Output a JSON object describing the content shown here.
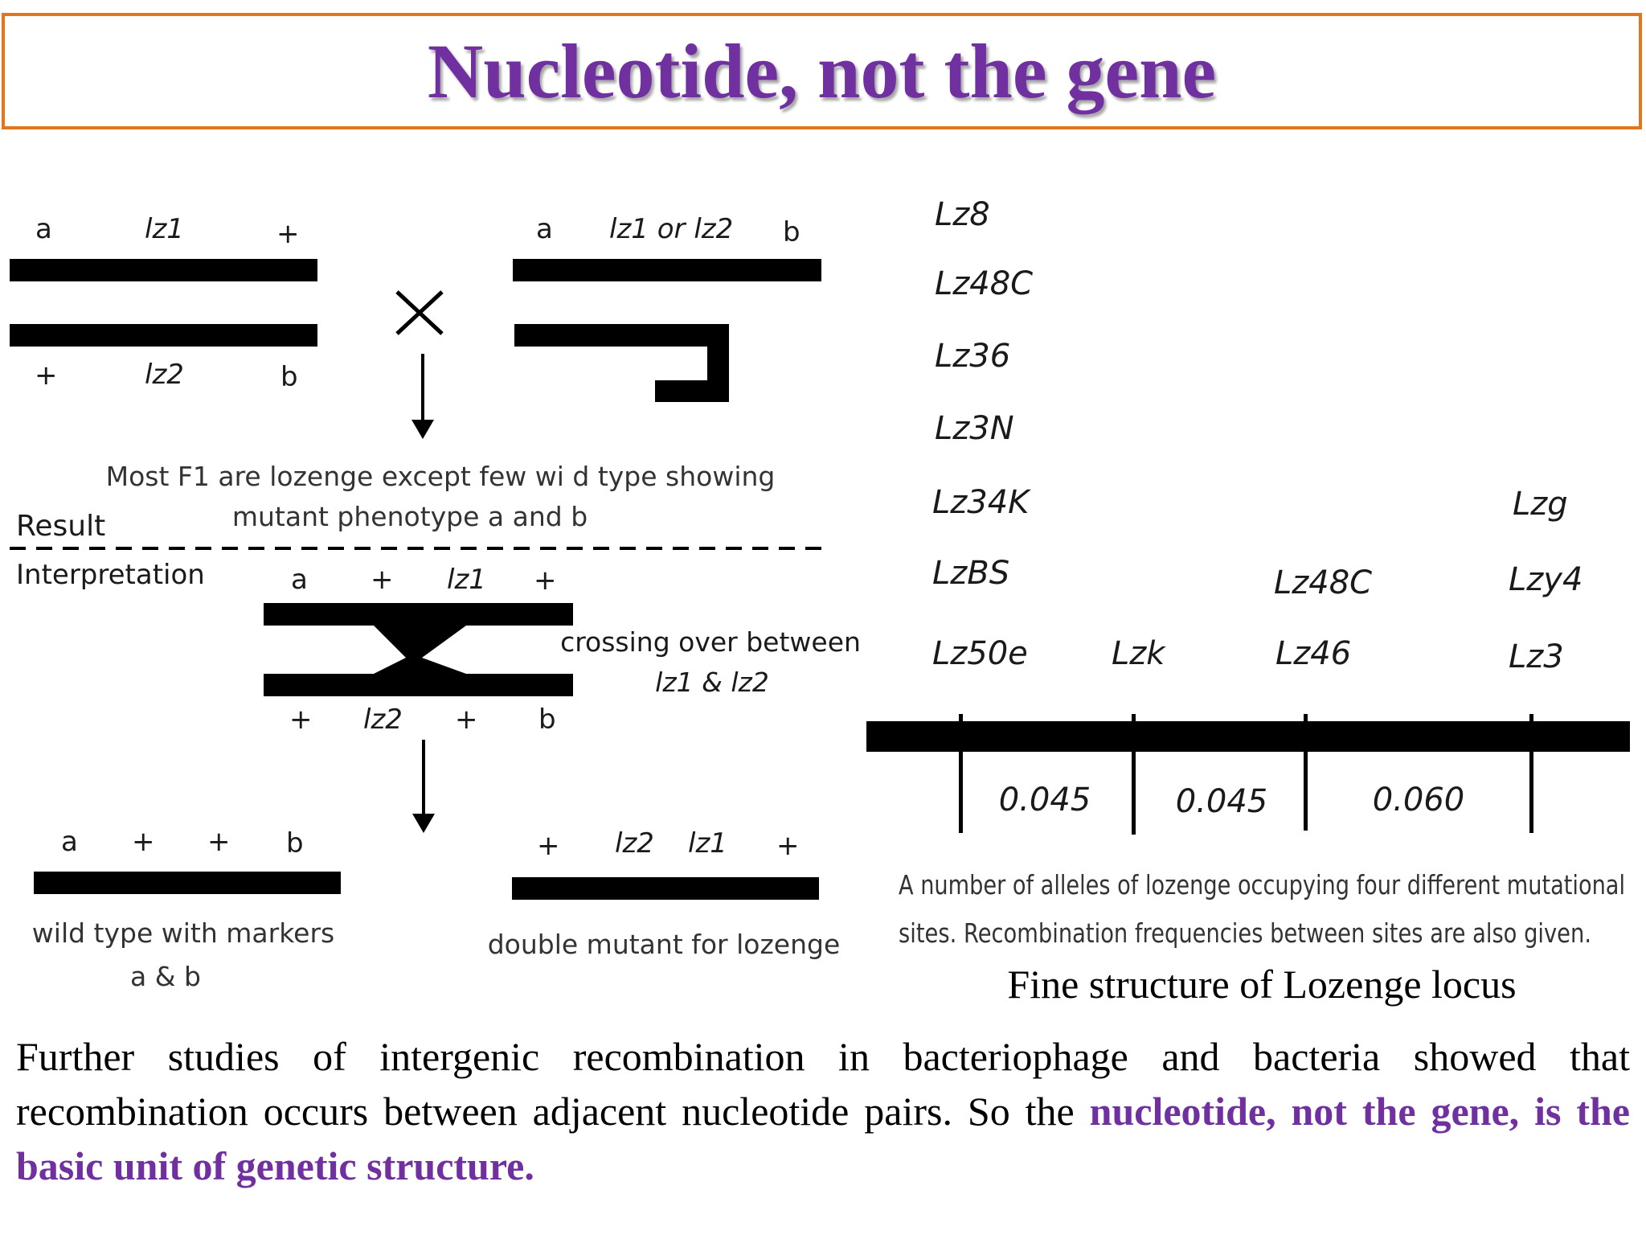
{
  "title": "Nucleotide, not the gene",
  "cross": {
    "left_top": [
      "a",
      "lz1",
      "+"
    ],
    "left_bottom": [
      "+",
      "lz2",
      "b"
    ],
    "right_top": [
      "a",
      "lz1 or lz2",
      "b"
    ],
    "symbol": "×"
  },
  "result": {
    "label": "Result",
    "text_line1": "Most F1 are lozenge except few wi d type showing",
    "text_line2": "mutant phenotype a and b"
  },
  "interpretation": {
    "label": "Interpretation",
    "top_labels": [
      "a",
      "+",
      "lz1",
      "+"
    ],
    "bottom_labels": [
      "+",
      "lz2",
      "+",
      "b"
    ],
    "crossover_line1": "crossing over between",
    "crossover_line2": "lz1 & lz2"
  },
  "products": {
    "left_labels": [
      "a",
      "+",
      "+",
      "b"
    ],
    "left_caption_line1": "wild type with markers",
    "left_caption_line2": "a & b",
    "right_labels": [
      "+",
      "lz2",
      "lz1",
      "+"
    ],
    "right_caption": "double mutant for lozenge"
  },
  "locus": {
    "site1_alleles": [
      "Lz8",
      "Lz48C",
      "Lz36",
      "Lz3N",
      "Lz34K",
      "LzBS",
      "Lz50e"
    ],
    "site2_alleles": [
      "Lzk"
    ],
    "site3_alleles": [
      "Lz48C",
      "Lz46"
    ],
    "site4_alleles": [
      "Lzg",
      "Lzy4",
      "Lz3"
    ],
    "frequencies": [
      "0.045",
      "0.045",
      "0.060"
    ],
    "caption_line1": "A number of alleles of lozenge occupying four different mutational",
    "caption_line2": "sites. Recombination frequencies between sites are also given.",
    "figure_title": "Fine structure of Lozenge locus"
  },
  "body": {
    "text_plain": "Further studies of intergenic recombination in bacteriophage and bacteria showed that recombination occurs between adjacent nucleotide pairs. So the ",
    "text_highlight": "nucleotide, not the gene, is the basic unit of genetic structure."
  },
  "colors": {
    "title": "#7030a0",
    "border": "#e2761c",
    "highlight": "#7030a0"
  }
}
